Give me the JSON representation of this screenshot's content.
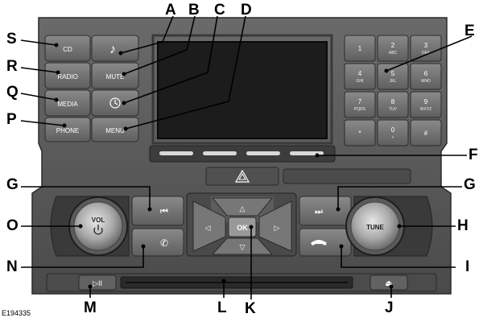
{
  "figure_code": "E194335",
  "callouts": {
    "A": "A",
    "B": "B",
    "C": "C",
    "D": "D",
    "E": "E",
    "F": "F",
    "G_left": "G",
    "G_right": "G",
    "H": "H",
    "I": "I",
    "J": "J",
    "K": "K",
    "L": "L",
    "M": "M",
    "N": "N",
    "O": "O",
    "P": "P",
    "Q": "Q",
    "R": "R",
    "S": "S"
  },
  "buttons": {
    "cd": "CD",
    "radio": "RADIO",
    "media": "MEDIA",
    "phone": "PHONE",
    "mute": "MUTE",
    "menu": "MENU",
    "vol": "VOL",
    "tune": "TUNE",
    "ok": "OK"
  },
  "keypad": [
    {
      "digit": "1",
      "letters": ""
    },
    {
      "digit": "2",
      "letters": "ABC"
    },
    {
      "digit": "3",
      "letters": "DEF"
    },
    {
      "digit": "4",
      "letters": "GHI"
    },
    {
      "digit": "5",
      "letters": "JKL"
    },
    {
      "digit": "6",
      "letters": "MNO"
    },
    {
      "digit": "7",
      "letters": "PQRS"
    },
    {
      "digit": "8",
      "letters": "TUV"
    },
    {
      "digit": "9",
      "letters": "WXYZ"
    },
    {
      "digit": "*",
      "letters": ""
    },
    {
      "digit": "0",
      "letters": "+"
    },
    {
      "digit": "#",
      "letters": ""
    }
  ],
  "icons": {
    "music": "music-note-icon",
    "clock": "clock-icon",
    "hazard": "hazard-warning-icon",
    "seek_back": "seek-back-icon",
    "seek_forward": "seek-forward-icon",
    "call_answer": "phone-answer-icon",
    "call_end": "phone-hangup-icon",
    "play_pause": "play-pause-icon",
    "eject": "eject-icon",
    "power": "power-icon"
  },
  "colors": {
    "panel": "#585858",
    "panel_dark": "#3a3a3a",
    "button": "#6e6e6e",
    "screen": "#1c1c1c"
  }
}
